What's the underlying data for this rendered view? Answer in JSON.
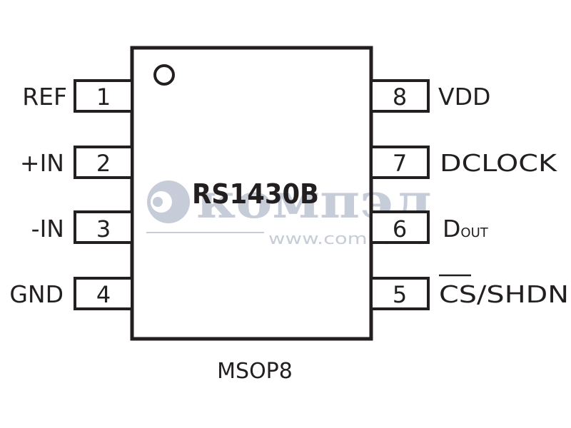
{
  "chip": {
    "name": "RS1430B",
    "package": "MSOP8"
  },
  "pins": [
    {
      "number": "1",
      "label": "REF"
    },
    {
      "number": "2",
      "label": "+IN"
    },
    {
      "number": "3",
      "label": "-IN"
    },
    {
      "number": "4",
      "label": "GND"
    },
    {
      "number": "5",
      "label": "CS/SHDN",
      "overbar_prefix": "CS"
    },
    {
      "number": "6",
      "label": "D",
      "subscript": "OUT"
    },
    {
      "number": "7",
      "label": "DCLOCK"
    },
    {
      "number": "8",
      "label": "VDD"
    }
  ],
  "watermark": {
    "logo": "компэл",
    "url": "www.compel.ru"
  },
  "colors": {
    "line": "#231f20",
    "watermark": "#c6ccd8"
  }
}
